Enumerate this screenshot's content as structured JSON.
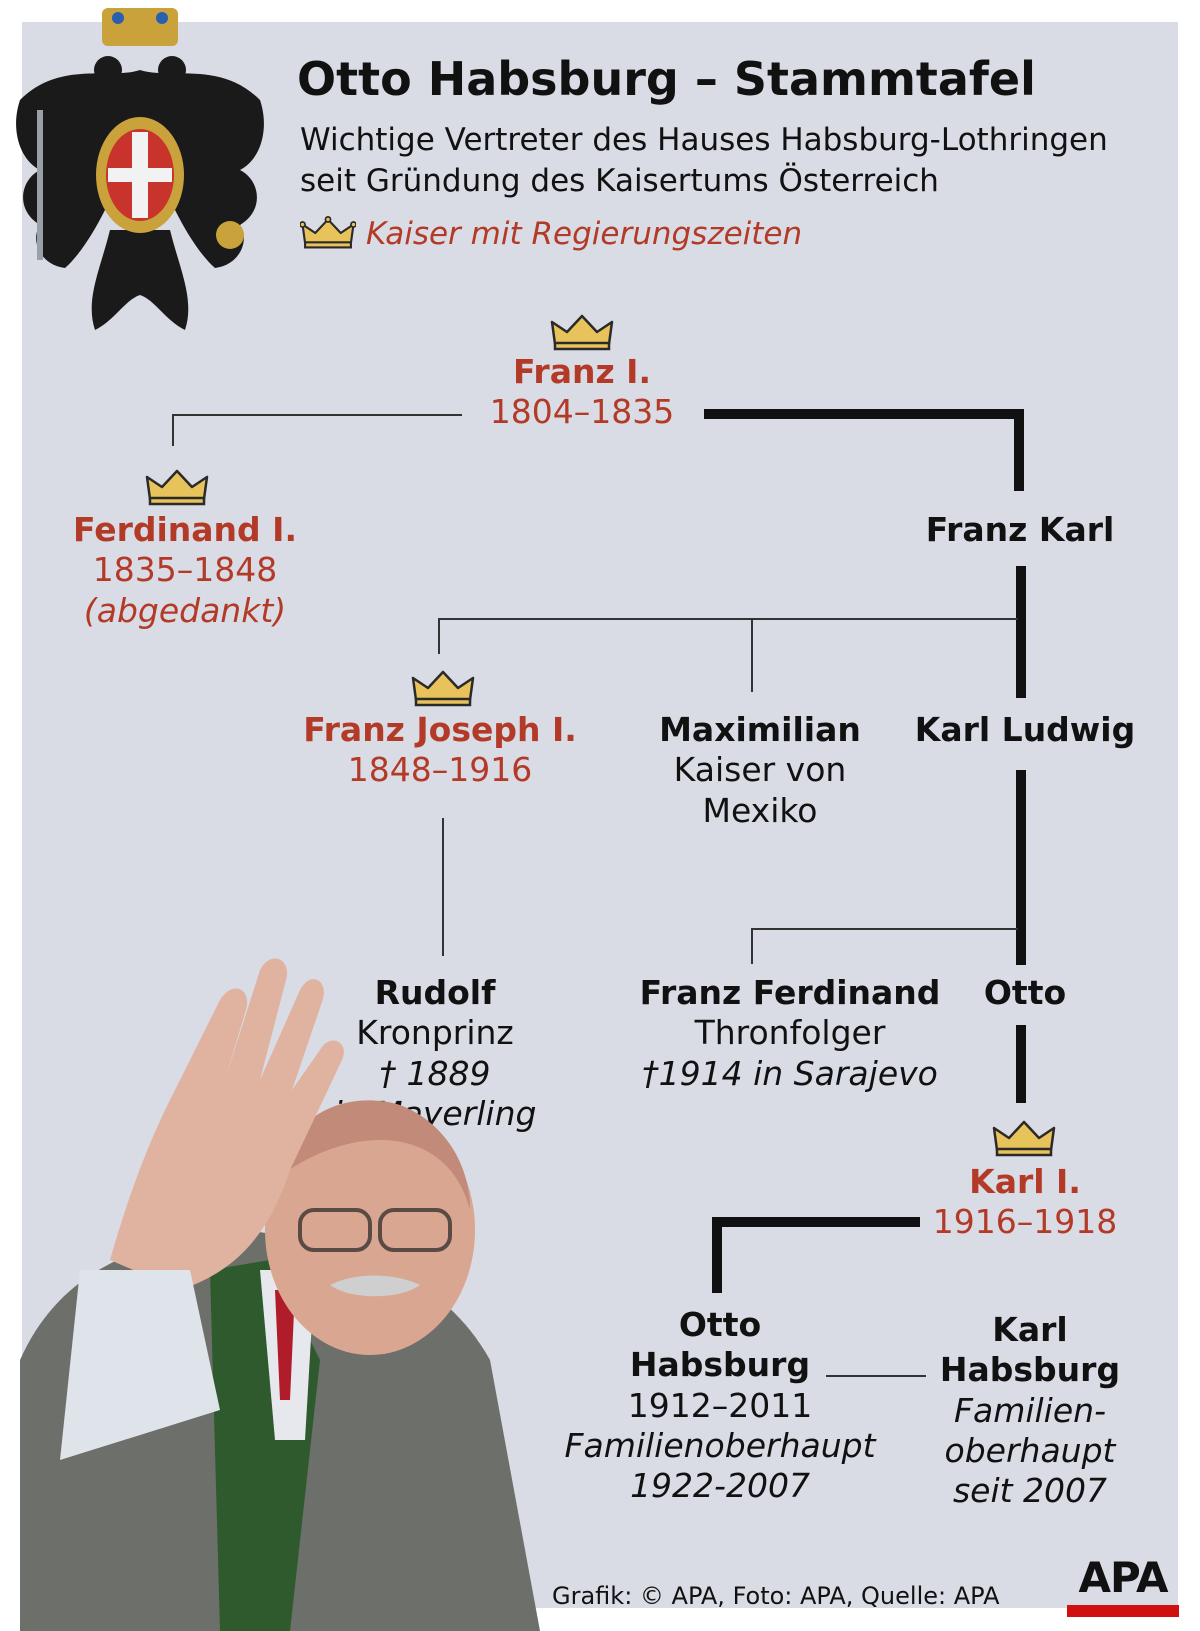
{
  "header": {
    "title": "Otto Habsburg – Stammtafel",
    "subtitle_line1": "Wichtige Vertreter des Hauses Habsburg-Lothringen",
    "subtitle_line2": "seit Gründung des Kaisertums Österreich",
    "legend_label": "Kaiser mit Regierungszeiten"
  },
  "colors": {
    "emperor": "#b33a26",
    "text": "#111111",
    "background": "#d9dbe5",
    "crown": "#e8c25a"
  },
  "icons": [
    "crown-icon",
    "coat-of-arms-icon",
    "dagger-cross-icon"
  ],
  "people": {
    "franz1": {
      "name": "Franz I.",
      "years": "1804–1835"
    },
    "ferdinand1": {
      "name": "Ferdinand I.",
      "years": "1835–1848",
      "note": "(abgedankt)"
    },
    "franzkarl": {
      "name": "Franz Karl"
    },
    "franzjoseph": {
      "name": "Franz Joseph I.",
      "years": "1848–1916"
    },
    "maximilian": {
      "name": "Maximilian",
      "line2": "Kaiser von",
      "line3": "Mexiko"
    },
    "karlludwig": {
      "name": "Karl Ludwig"
    },
    "rudolf": {
      "name": "Rudolf",
      "role": "Kronprinz",
      "death": "1889",
      "place": "in Mayerling"
    },
    "franzferdinand": {
      "name": "Franz Ferdinand",
      "role": "Thronfolger",
      "death": "1914 in Sarajevo"
    },
    "otto_father": {
      "name": "Otto"
    },
    "karl1": {
      "name": "Karl I.",
      "years": "1916–1918"
    },
    "otto": {
      "name1": "Otto",
      "name2": "Habsburg",
      "years": "1912–2011",
      "role": "Familienoberhaupt",
      "role_years": "1922-2007"
    },
    "karl": {
      "name1": "Karl",
      "name2": "Habsburg",
      "role1": "Familien-",
      "role2": "oberhaupt",
      "role3": "seit 2007"
    }
  },
  "footer": {
    "credit": "Grafik: © APA, Foto: APA, Quelle: APA",
    "logo_text": "APA"
  }
}
